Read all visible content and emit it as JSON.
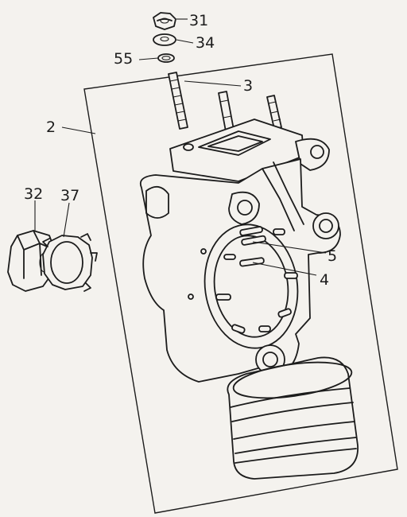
{
  "diagram": {
    "callouts": {
      "c31": "31",
      "c34": "34",
      "c55": "55",
      "c3": "3",
      "c2": "2",
      "c32": "32",
      "c37": "37",
      "c5": "5",
      "c4": "4"
    },
    "icons": [
      "nut-icon",
      "washer-icon",
      "stud-icon",
      "housing-icon",
      "locknut-icon",
      "lock-washer-icon"
    ]
  }
}
